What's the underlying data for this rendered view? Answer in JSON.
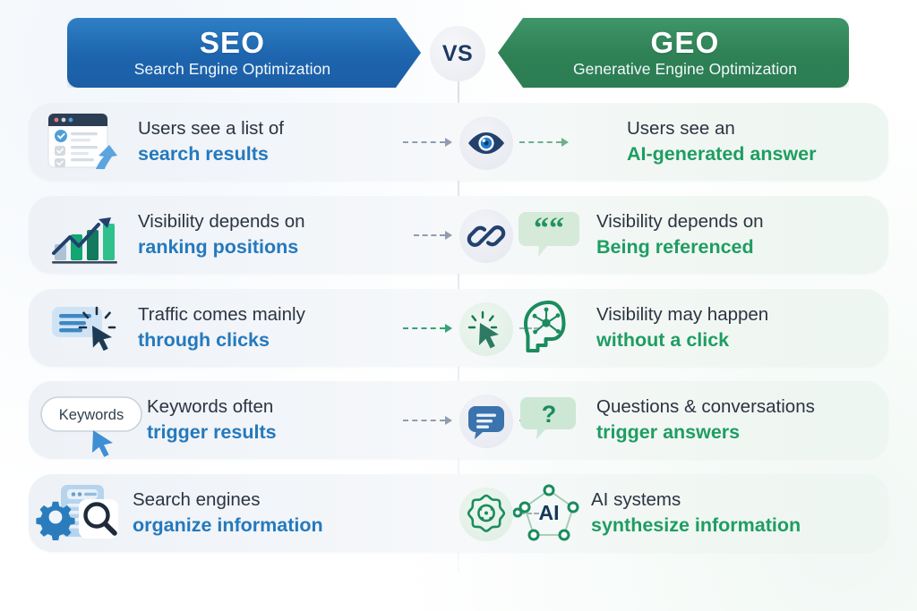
{
  "header": {
    "left": {
      "title": "SEO",
      "subtitle": "Search Engine Optimization",
      "color": "#1d65ae"
    },
    "vs_label": "VS",
    "right": {
      "title": "GEO",
      "subtitle": "Generative Engine Optimization",
      "color": "#2e8055"
    }
  },
  "accents": {
    "seo_text": "#2479bd",
    "geo_text": "#1f9d62",
    "body_text": "#2b3441",
    "row_bg_left": "#eef2f7",
    "row_bg_right": "#edf6f1",
    "vs_text": "#1c3b63"
  },
  "rows": [
    {
      "left": {
        "icon": "search-results-window-icon",
        "line1": "Users see a list of",
        "line2": "search results"
      },
      "center": {
        "icon": "eye-icon",
        "style": "blue"
      },
      "right": {
        "icon": null,
        "line1": "Users see an",
        "line2": "AI-generated answer"
      }
    },
    {
      "left": {
        "icon": "growth-bar-chart-icon",
        "line1": "Visibility depends on",
        "line2": "ranking positions"
      },
      "center": {
        "icon": "link-chain-icon",
        "style": "blue"
      },
      "right": {
        "icon": "quote-bubble-icon",
        "line1": "Visibility depends on",
        "line2": "Being referenced"
      }
    },
    {
      "left": {
        "icon": "document-cursor-click-icon",
        "line1": "Traffic comes mainly",
        "line2": "through clicks"
      },
      "center": {
        "icon": "cursor-click-icon",
        "style": "green"
      },
      "right": {
        "icon": "ai-brain-head-icon",
        "line1": "Visibility may happen",
        "line2": "without a click"
      }
    },
    {
      "left": {
        "icon": "keywords-chip-cursor-icon",
        "line1": "Keywords often",
        "line2": "trigger results",
        "chip_label": "Keywords"
      },
      "center": {
        "icon": "chat-bubble-icon",
        "style": "blue"
      },
      "right": {
        "icon": "question-bubble-icon",
        "line1": "Questions & conversations",
        "line2": "trigger answers"
      }
    },
    {
      "left": {
        "icon": "gear-search-document-icon",
        "line1": "Search engines",
        "line2": "organize information"
      },
      "center": {
        "icon": "neural-flower-icon",
        "style": "green"
      },
      "right": {
        "icon": "ai-network-node-icon",
        "line1": "AI systems",
        "line2": "synthesize information",
        "badge_label": "AI"
      }
    }
  ]
}
